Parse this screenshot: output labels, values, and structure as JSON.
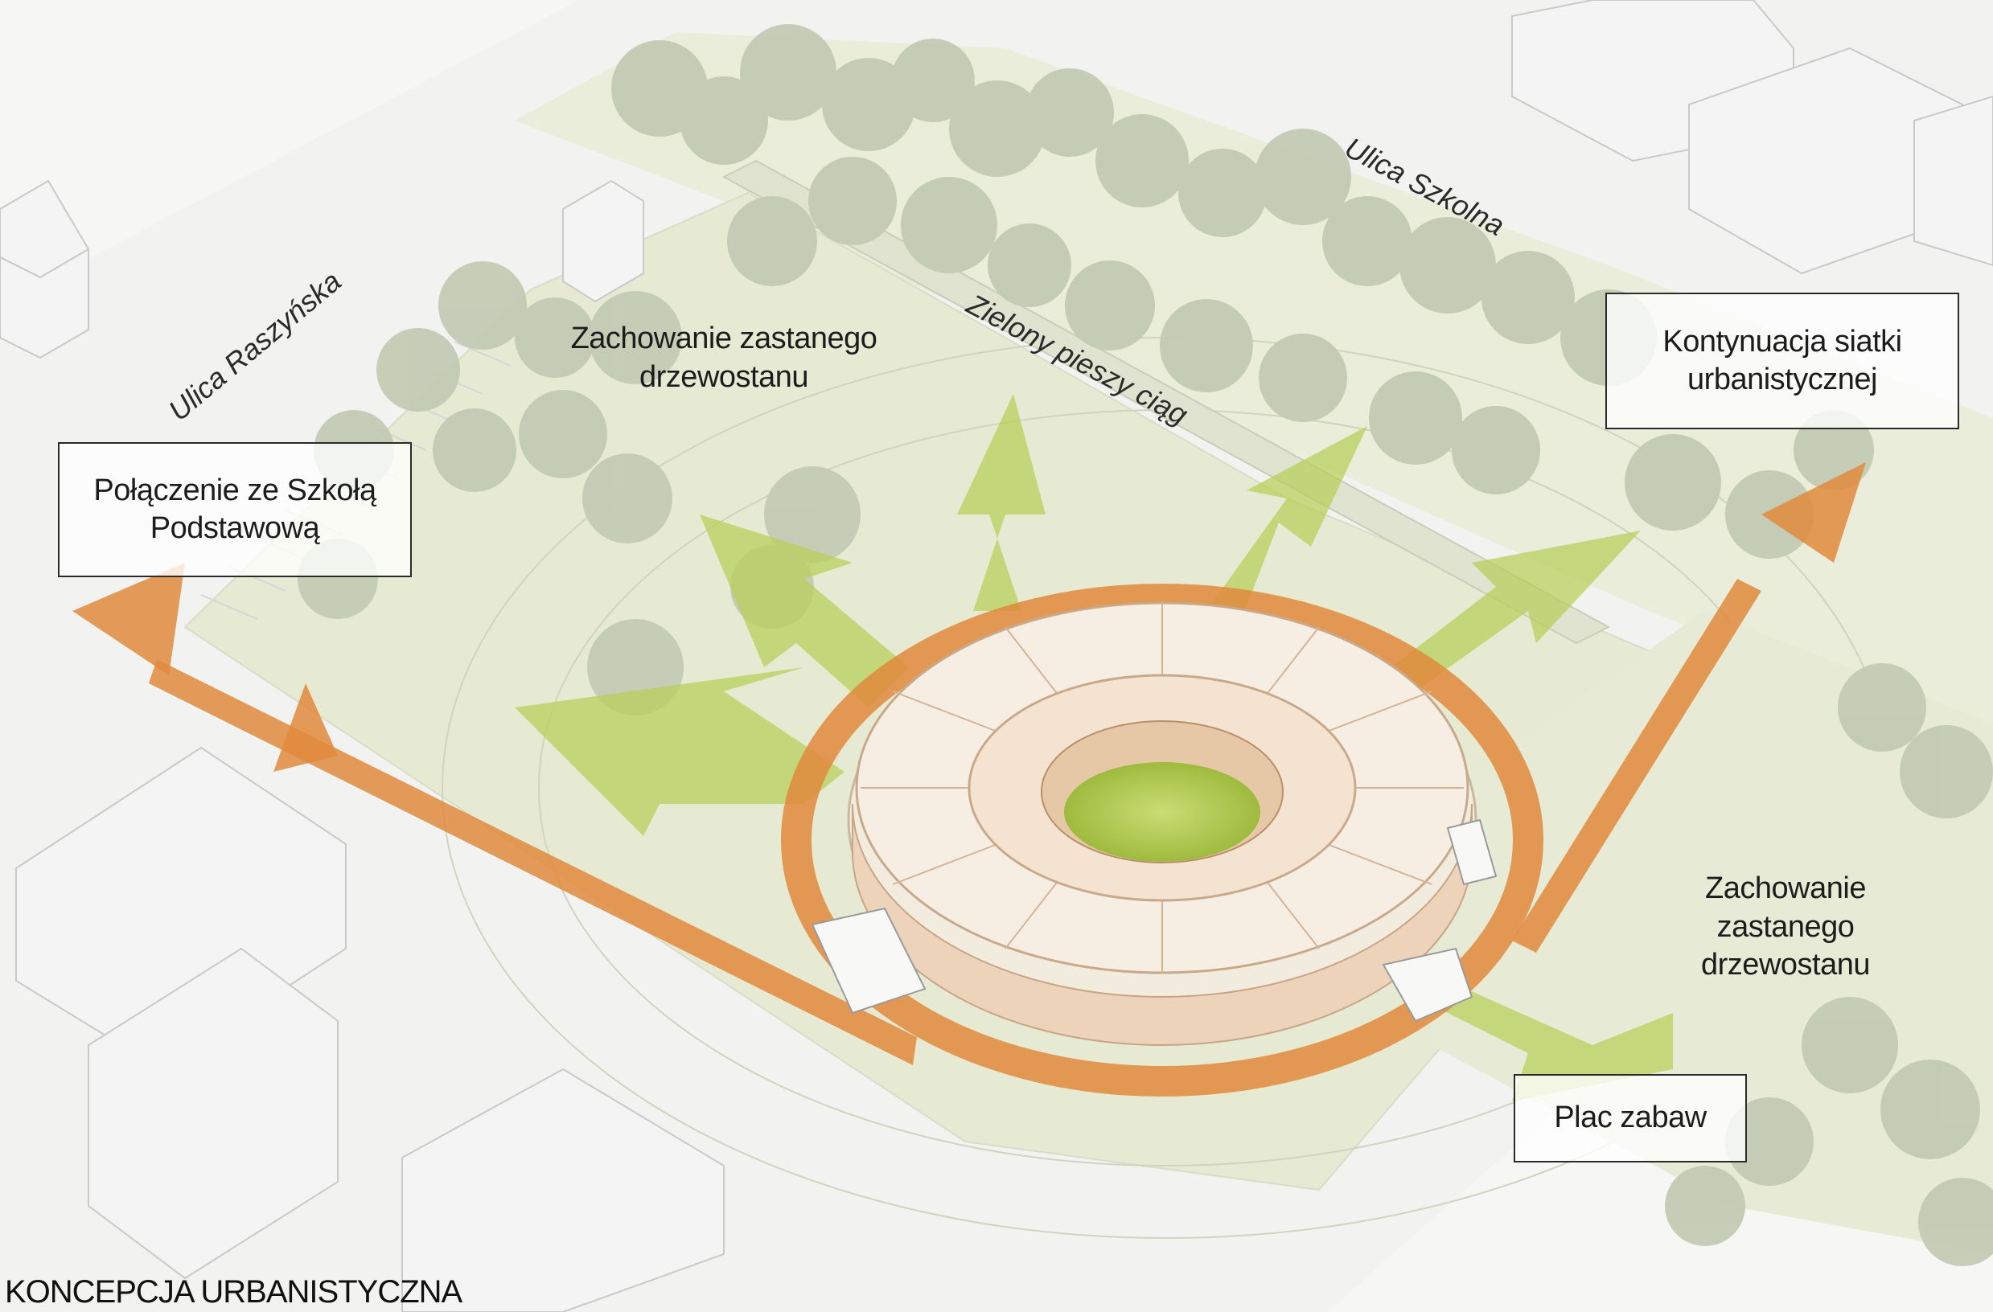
{
  "streets": {
    "raszynska": "Ulica Raszyńska",
    "szkolna": "Ulica Szkolna",
    "pedestrian": "Zielony pieszy ciąg"
  },
  "labels": {
    "school_connection": [
      "Połączenie ze Szkołą",
      "Podstawową"
    ],
    "trees_north": [
      "Zachowanie zastanego",
      "drzewostanu"
    ],
    "grid_continuation": [
      "Kontynuacja siatki",
      "urbanistycznej"
    ],
    "trees_east": [
      "Zachowanie",
      "zastanego",
      "drzewostanu"
    ],
    "playground": [
      "Plac zabaw"
    ]
  },
  "footer": {
    "title": "KONCEPCJA URBANISTYCZNA"
  },
  "colors": {
    "orange_arrow": "#e08a3c",
    "green_arrow": "#b8cf5a",
    "site_green": "#e8ecd6",
    "tree": "#c5cdb8",
    "building": "#f4f4f4",
    "pavilion": "#f1dcc6",
    "courtyard": "#b9d05a"
  }
}
